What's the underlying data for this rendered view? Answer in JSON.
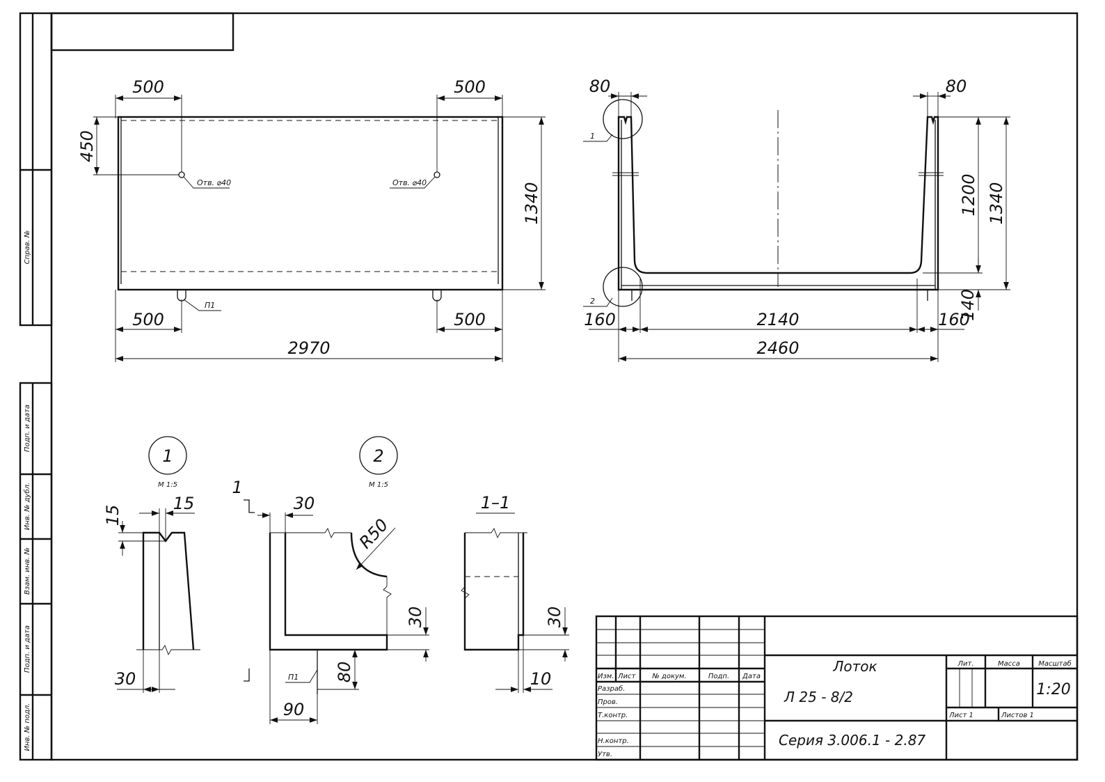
{
  "side_stamps": [
    "Справ. №",
    "Подп. и дата",
    "Инв. № дубл.",
    "Взам. инв. №",
    "Подп. и дата",
    "Инв. № подл."
  ],
  "front_view": {
    "dims": {
      "d500_tl": "500",
      "d500_tr": "500",
      "d450": "450",
      "d1340": "1340",
      "d500_bl": "500",
      "d500_br": "500",
      "d2970": "2970"
    },
    "hole_label_left": "Отв. ⌀40",
    "hole_label_right": "Отв. ⌀40",
    "loop_label": "П1"
  },
  "section_view": {
    "dims": {
      "d80_l": "80",
      "d80_r": "80",
      "d1200": "1200",
      "d1340": "1340",
      "d140": "140",
      "d160_l": "160",
      "d2140": "2140",
      "d160_r": "160",
      "d2460": "2460"
    },
    "callout_1": "1",
    "callout_2": "2"
  },
  "detail_1": {
    "num": "1",
    "scale": "М 1:5",
    "d15_v": "15",
    "d15_h": "15",
    "d30": "30"
  },
  "detail_2": {
    "num": "2",
    "scale": "М 1:5",
    "cut": "1",
    "d30_top": "30",
    "radius": "R50",
    "d30_side": "30",
    "d80": "80",
    "d90": "90",
    "loop_label": "П1"
  },
  "section_1_1": {
    "title": "1–1",
    "d30": "30",
    "d10": "10"
  },
  "title_block": {
    "col_izm": "Изм.",
    "col_list": "Лист",
    "col_doc": "№ докум.",
    "col_podp": "Подп.",
    "col_date": "Дата",
    "row_razrab": "Разраб.",
    "row_prov": "Пров.",
    "row_tkontr": "Т.контр.",
    "row_nkontr": "Н.контр.",
    "row_utv": "Утв.",
    "name": "Лоток",
    "code": "Л 25 - 8/2",
    "series": "Серия 3.006.1 - 2.87",
    "lit": "Лит.",
    "mass": "Масса",
    "scale_label": "Масштаб",
    "scale_value": "1:20",
    "sheet": "Лист 1",
    "sheets": "Листов 1"
  }
}
